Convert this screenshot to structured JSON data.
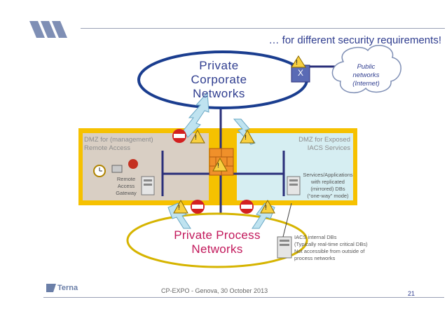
{
  "slide": {
    "title": "… for different security requirements!",
    "footer": "CP-EXPO - Genova, 30 October 2013",
    "page_number": "21",
    "logo_name": "Terna"
  },
  "networks": {
    "corporate": {
      "line1": "Private",
      "line2": "Corporate",
      "line3": "Networks"
    },
    "process": {
      "line1": "Private Process",
      "line2": "Networks"
    },
    "public": {
      "line1": "Public",
      "line2": "networks",
      "line3": "(Internet)"
    }
  },
  "dmz": {
    "management": {
      "line1": "DMZ for (management)",
      "line2": "Remote Access"
    },
    "exposed": {
      "line1": "DMZ for Exposed",
      "line2": "IACS Services"
    }
  },
  "servers": {
    "gateway": {
      "line1": "Remote",
      "line2": "Access",
      "line3": "Gateway"
    },
    "services": {
      "line1": "Services/Applications",
      "line2": "with replicated",
      "line3": "(mirrored) DBs",
      "line4": "(“one-way” mode)"
    },
    "iacs": {
      "line1": "IACS internal DBs",
      "line2": "(Typically real-time critical DBs)",
      "line3": "Not accessible from outside of",
      "line4": "process networks"
    }
  },
  "icons": {
    "block_marker": "X",
    "warning": "!",
    "colors": {
      "corporate_border": "#1a3d8f",
      "process_border": "#d6b400",
      "dmz_band": "#f6c100",
      "dmz_left_fill": "#d9cfc4",
      "dmz_right_fill": "#d6eef2",
      "bus": "#2a2f7a",
      "no_entry": "#d32020",
      "arrow": "#bfe3f0"
    }
  }
}
